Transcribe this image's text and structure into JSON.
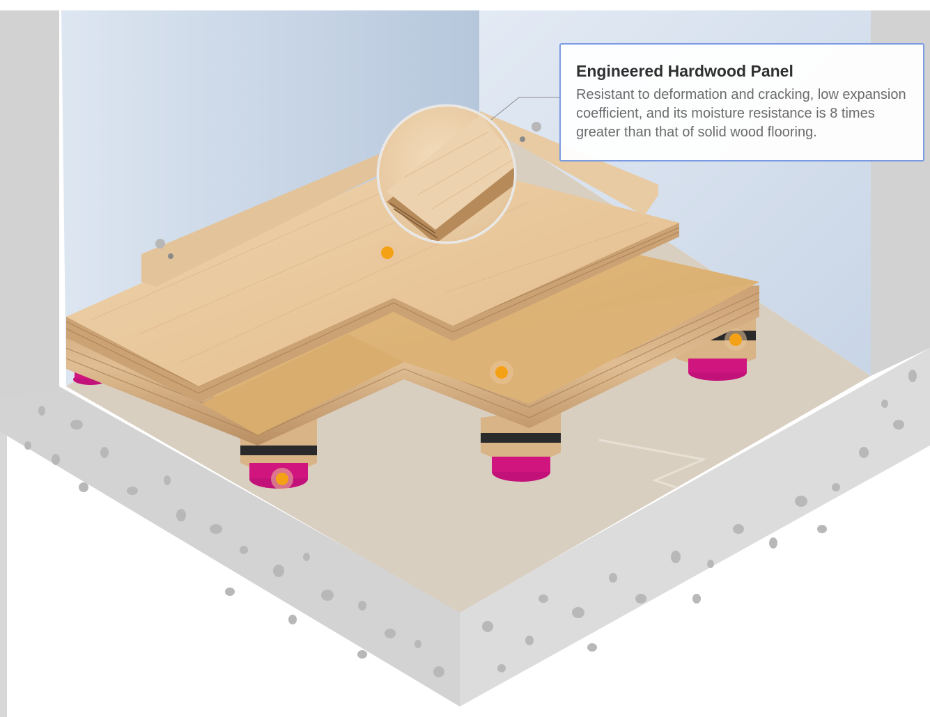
{
  "info_box": {
    "title": "Engineered Hardwood Panel",
    "description": "Resistant to deformation and cracking, low expansion coefficient, and its moisture resistance is 8 times greater than that of solid wood flooring."
  },
  "hotspots": [
    {
      "id": "engineered-hardwood-panel",
      "active": true
    },
    {
      "id": "plywood-subfloor",
      "active": false
    },
    {
      "id": "front-pedestal",
      "active": false
    },
    {
      "id": "right-pedestal",
      "active": false
    }
  ],
  "colors": {
    "accent": "#f5a116",
    "info_border": "#7a9be2",
    "wall": "#bfcde0",
    "concrete": "#d3d3d3",
    "underlayment": "#d9cfc1",
    "hardwood": "#e8c69b",
    "plywood": "#dbb277",
    "rubber_pad": "#d0157f"
  }
}
